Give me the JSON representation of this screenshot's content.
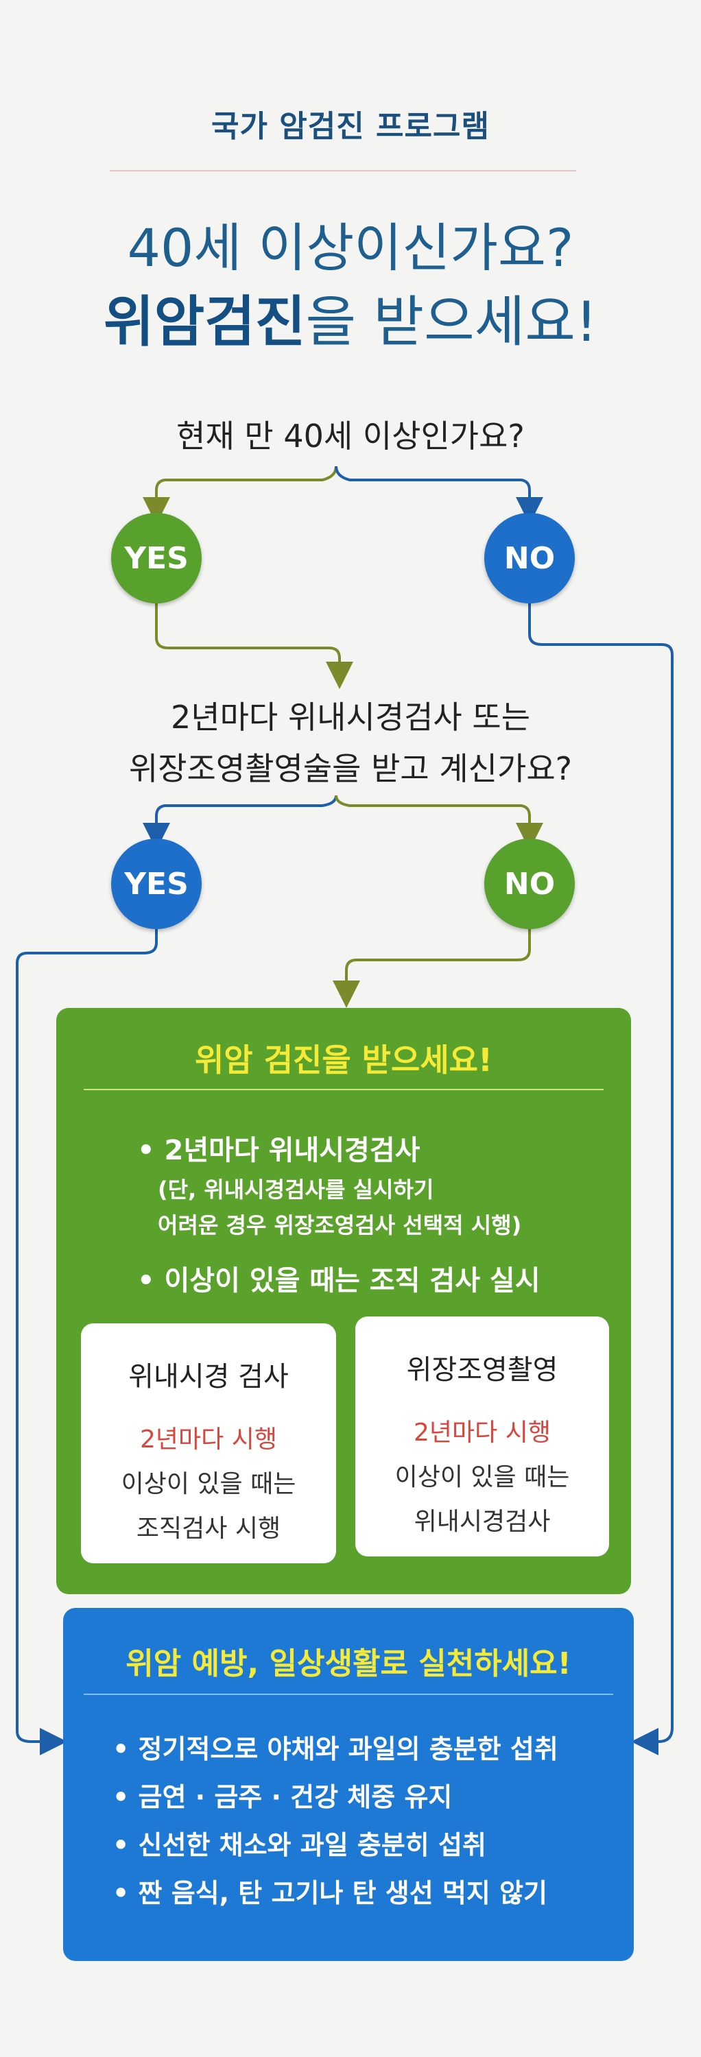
{
  "header": {
    "subtitle": "국가 암검진 프로그램",
    "title_line1": "40세 이상이신가요?",
    "title_line2_bold": "위암검진",
    "title_line2_rest": "을 받으세요!"
  },
  "flow": {
    "question1": "현재 만 40세 이상인가요?",
    "q1_yes": "YES",
    "q1_no": "NO",
    "question2_line1": "2년마다 위내시경검사 또는",
    "question2_line2": "위장조영촬영술을 받고 계신가요?",
    "q2_yes": "YES",
    "q2_no": "NO"
  },
  "green_box": {
    "title": "위암 검진을 받으세요!",
    "bullet1": "• 2년마다 위내시경검사",
    "bullet1_note1": "(단, 위내시경검사를 실시하기",
    "bullet1_note2": "어려운 경우 위장조영검사 선택적 시행)",
    "bullet2": "• 이상이 있을 때는 조직 검사 실시",
    "cards": [
      {
        "title": "위내시경 검사",
        "highlight": "2년마다 시행",
        "line2": "이상이 있을 때는",
        "line3": "조직검사 시행"
      },
      {
        "title": "위장조영촬영",
        "highlight": "2년마다 시행",
        "line2": "이상이 있을 때는",
        "line3": "위내시경검사"
      }
    ]
  },
  "blue_box": {
    "title": "위암 예방, 일상생활로 실천하세요!",
    "items": [
      "• 정기적으로 야채와 과일의 충분한 섭취",
      "• 금연 · 금주 · 건강 체중 유지",
      "• 신선한 채소와 과일 충분히 섭취",
      "• 짠 음식, 탄 고기나 탄 생선 먹지 않기"
    ]
  },
  "colors": {
    "green": "#58a12d",
    "blue": "#1d6fc9",
    "title_blue": "#1f5f8f",
    "highlight_yellow": "#f5ea37",
    "card_red": "#d8473d",
    "line_olive": "#7c8a2c",
    "line_blue": "#1d5fa8"
  }
}
